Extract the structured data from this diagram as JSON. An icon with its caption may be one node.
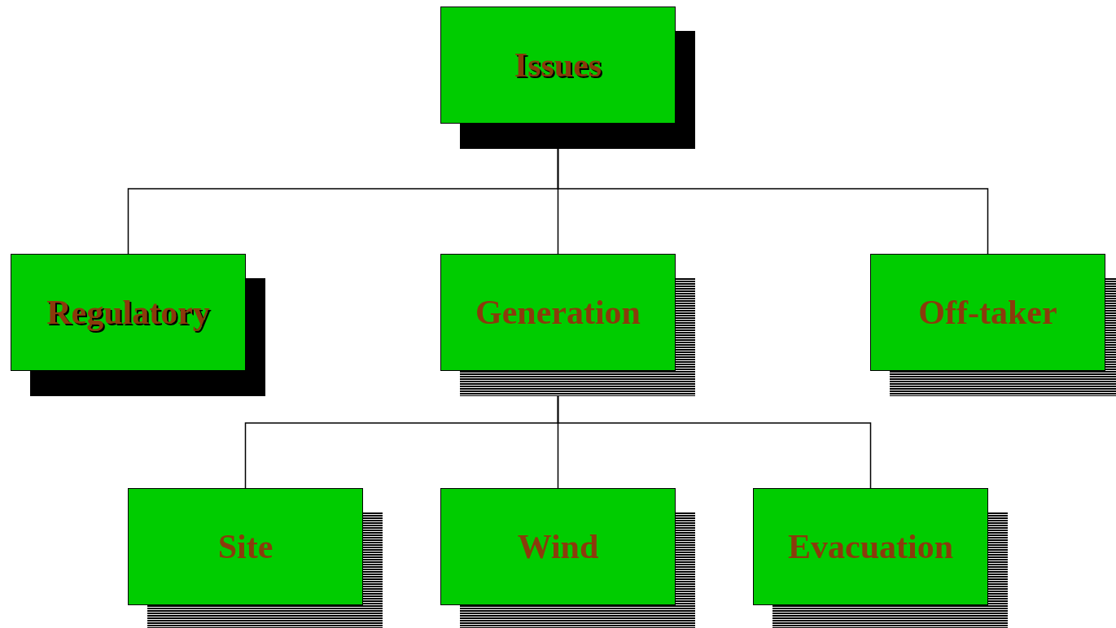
{
  "diagram": {
    "nodes": [
      {
        "text": [
          "Issues"
        ]
      },
      {
        "text": [
          "Regulatory"
        ]
      },
      {
        "text": [
          "Generation"
        ]
      },
      {
        "text": [
          "Off-taker"
        ]
      },
      {
        "text": [
          "Site"
        ]
      },
      {
        "text": [
          "Wind"
        ]
      },
      {
        "text": [
          "Evacuation"
        ]
      }
    ],
    "edges": [
      {
        "from": 0,
        "to": 1,
        "arrow": "none"
      },
      {
        "from": 0,
        "to": 2,
        "arrow": "none"
      },
      {
        "from": 0,
        "to": 3,
        "arrow": "none"
      },
      {
        "from": 2,
        "to": 4,
        "arrow": "none"
      },
      {
        "from": 2,
        "to": 5,
        "arrow": "none"
      },
      {
        "from": 2,
        "to": 6,
        "arrow": "none"
      }
    ]
  }
}
